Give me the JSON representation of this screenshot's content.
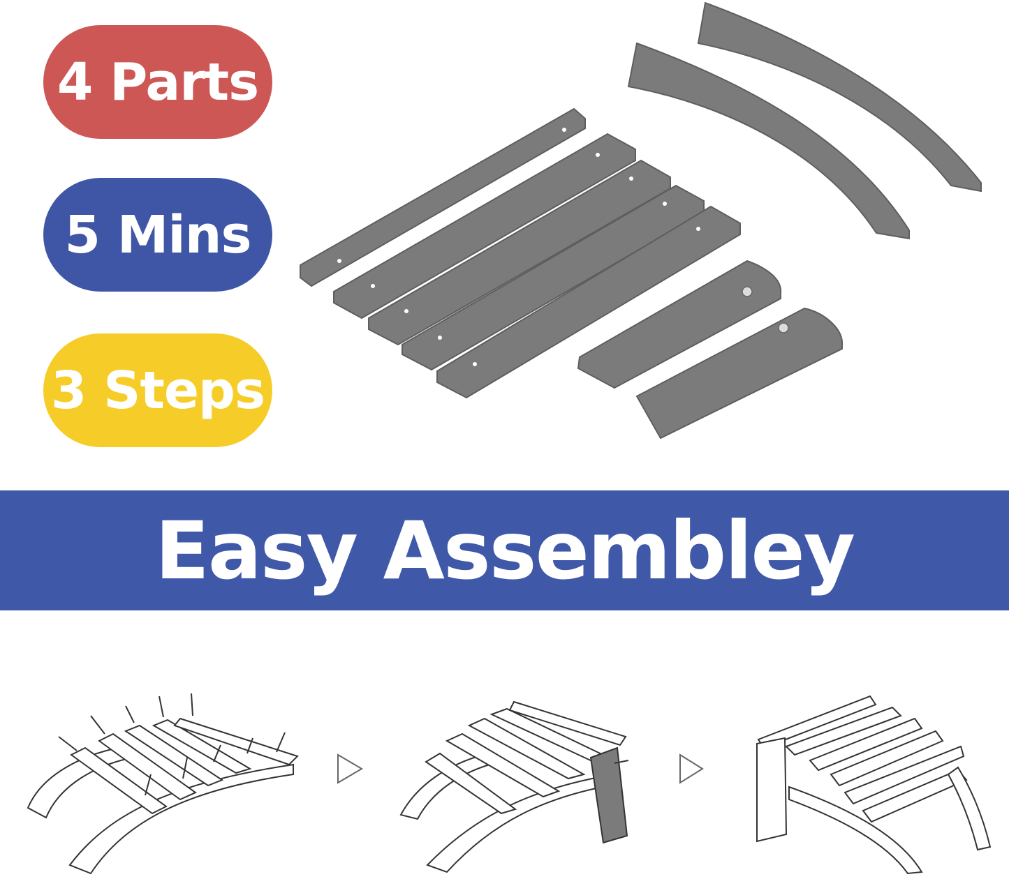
{
  "badges": [
    {
      "label": "4 Parts",
      "color": "#cd5755"
    },
    {
      "label": "5 Mins",
      "color": "#3f55a6"
    },
    {
      "label": "3 Steps",
      "color": "#f6cd28"
    }
  ],
  "banner": {
    "label": "Easy Assembley",
    "color": "#3f58a8"
  },
  "parts_color": "#7b7b7b",
  "step_arrow_icon": "play-triangle-outline-icon"
}
